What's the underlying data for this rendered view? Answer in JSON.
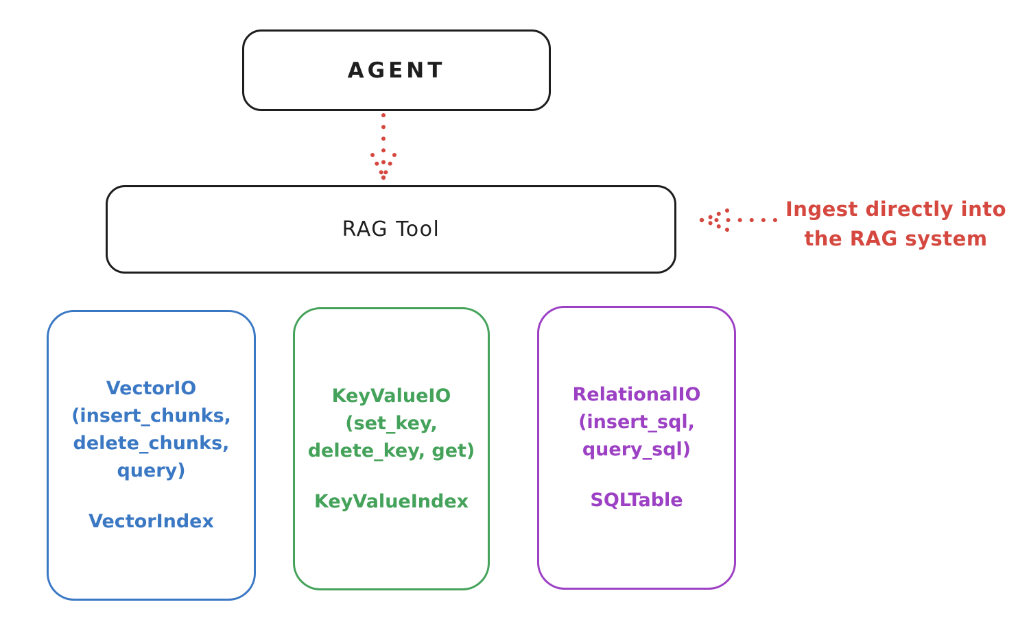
{
  "diagram": {
    "agent": {
      "label": "AGENT"
    },
    "rag_tool": {
      "label": "RAG Tool"
    },
    "annotation": {
      "line1": "Ingest directly into",
      "line2": "the RAG system",
      "color": "#d5483f"
    },
    "arrows": [
      {
        "name": "agent-to-rag-tool",
        "style": "dotted",
        "direction": "down",
        "color": "#d5483f"
      },
      {
        "name": "ingest-into-rag-tool",
        "style": "dotted",
        "direction": "left",
        "color": "#d5483f"
      }
    ],
    "io_boxes": [
      {
        "title": "VectorIO",
        "methods_lines": [
          "(insert_chunks,",
          "delete_chunks,",
          "query)"
        ],
        "index_label": "VectorIndex",
        "color": "#3b78c4"
      },
      {
        "title": "KeyValueIO",
        "methods_lines": [
          "(set_key,",
          "delete_key, get)"
        ],
        "index_label": "KeyValueIndex",
        "color": "#44a25a"
      },
      {
        "title": "RelationalIO",
        "methods_lines": [
          "(insert_sql,",
          "query_sql)"
        ],
        "index_label": "SQLTable",
        "color": "#9c40c4"
      }
    ],
    "outline_color": "#1e1e1e"
  }
}
